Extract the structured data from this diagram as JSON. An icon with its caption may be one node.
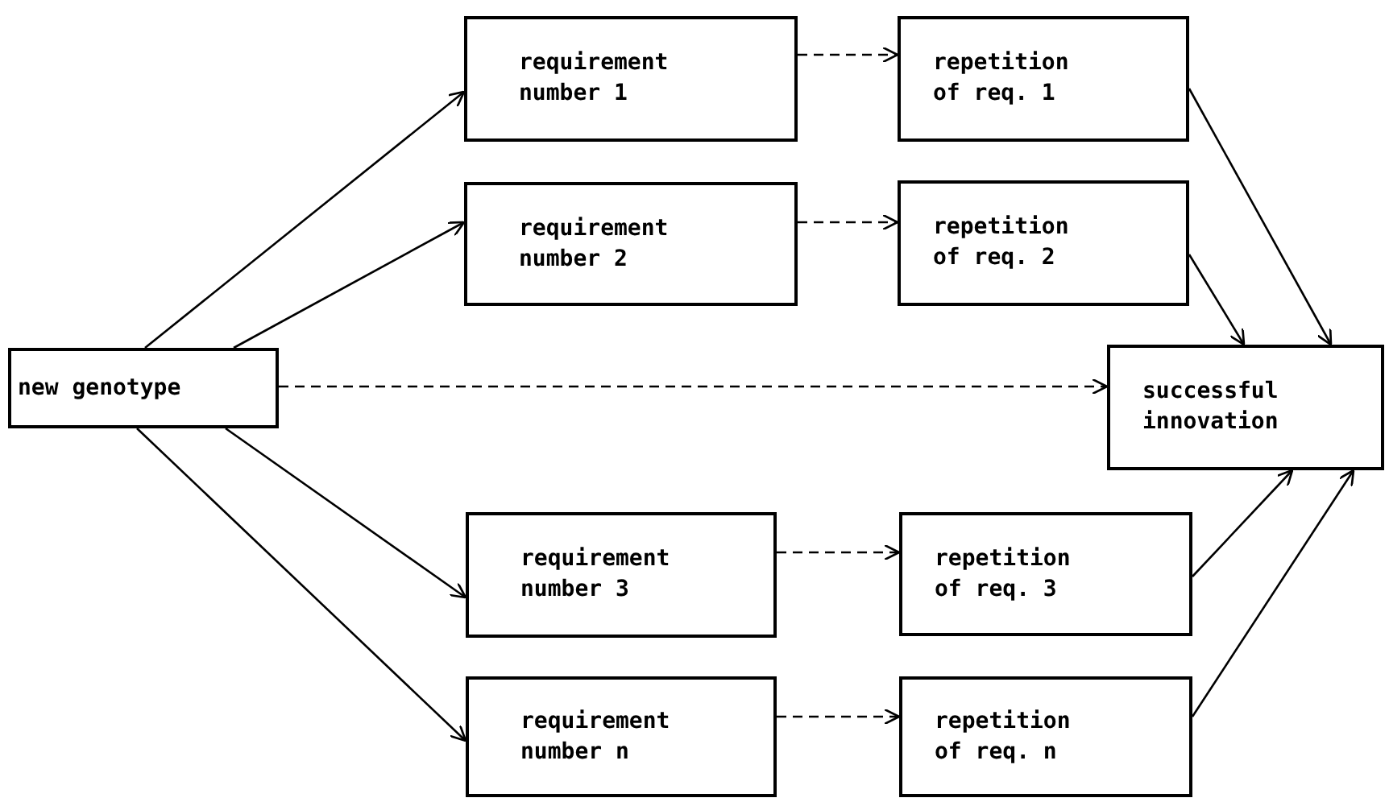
{
  "diagram": {
    "nodes": [
      {
        "text": [
          "new genotype"
        ]
      },
      {
        "text": [
          "requirement number 1"
        ]
      },
      {
        "text": [
          "requirement number 2"
        ]
      },
      {
        "text": [
          "requirement number 3"
        ]
      },
      {
        "text": [
          "requirement number n"
        ]
      },
      {
        "text": [
          "repetition of req. 1"
        ]
      },
      {
        "text": [
          "repetition of req. 2"
        ]
      },
      {
        "text": [
          "repetition of req. 3"
        ]
      },
      {
        "text": [
          "repetition of req. n"
        ]
      },
      {
        "text": [
          "successful innovation"
        ]
      }
    ],
    "edges": [
      {
        "from": 0,
        "to": 1,
        "arrow": "to"
      },
      {
        "from": 0,
        "to": 2,
        "arrow": "to"
      },
      {
        "from": 0,
        "to": 3,
        "arrow": "to"
      },
      {
        "from": 0,
        "to": 4,
        "arrow": "to"
      },
      {
        "from": 1,
        "to": 5,
        "arrow": "to",
        "style": "dashed"
      },
      {
        "from": 2,
        "to": 6,
        "arrow": "to",
        "style": "dashed"
      },
      {
        "from": 3,
        "to": 7,
        "arrow": "to",
        "style": "dashed"
      },
      {
        "from": 4,
        "to": 8,
        "arrow": "to",
        "style": "dashed"
      },
      {
        "from": 0,
        "to": 9,
        "arrow": "to",
        "style": "dashed"
      },
      {
        "from": 5,
        "to": 9,
        "arrow": "to"
      },
      {
        "from": 6,
        "to": 9,
        "arrow": "to"
      },
      {
        "from": 7,
        "to": 9,
        "arrow": "to"
      },
      {
        "from": 8,
        "to": 9,
        "arrow": "to"
      }
    ]
  }
}
